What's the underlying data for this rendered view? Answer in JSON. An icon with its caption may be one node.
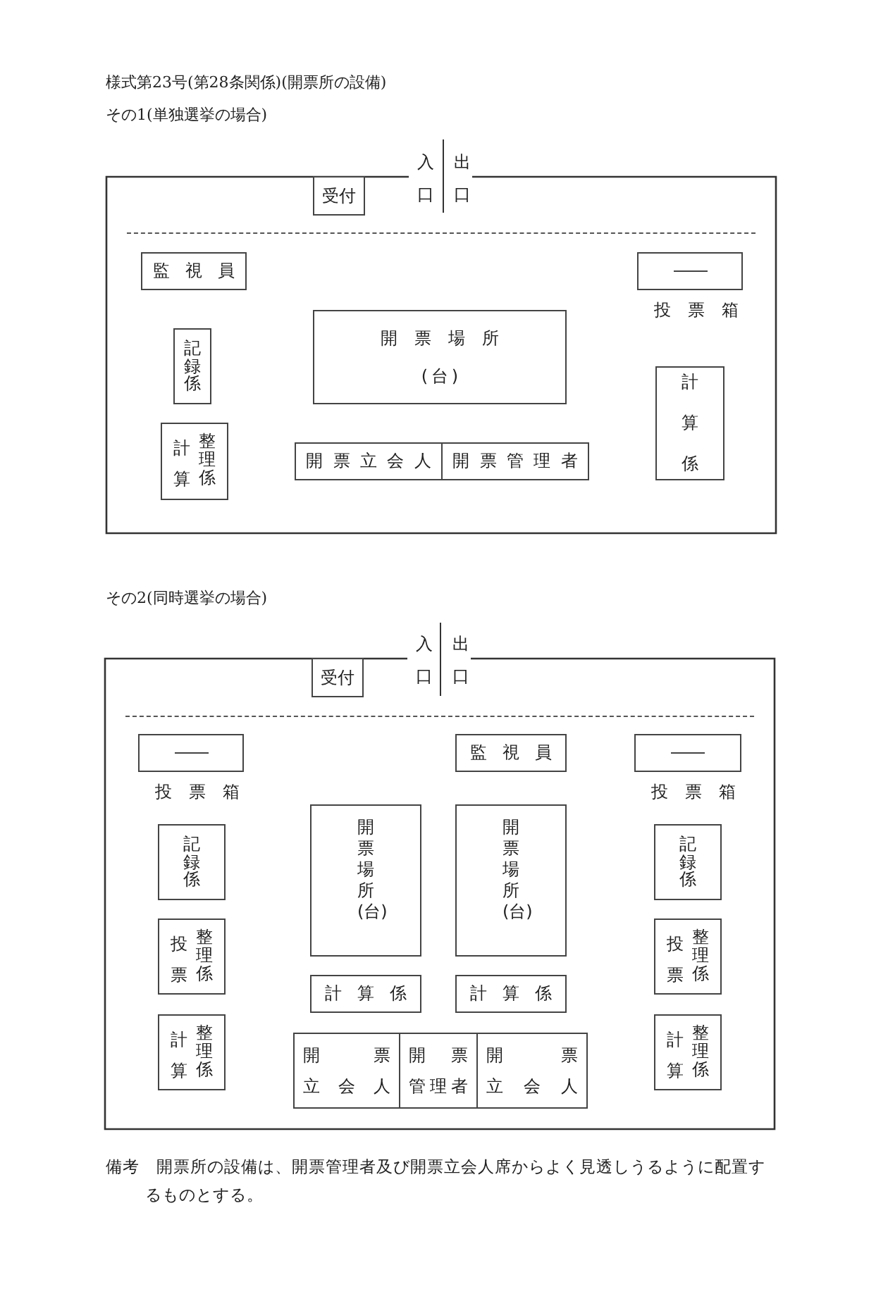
{
  "diagram": {
    "title": "様式第23号(第28条関係)(開票所の設備)",
    "caption": "備考　開票所の設備は、開票管理者及び開票立会人席からよく見透しうるように配置するものとする。",
    "nodes": [
      {
        "text": [],
        "shape": "box"
      },
      {
        "text": [
          "受付"
        ],
        "in": 0
      },
      {
        "text": [
          "監視員"
        ],
        "in": 0
      },
      {
        "text": [
          "投票箱"
        ],
        "in": 0
      },
      {
        "text": [
          "記録係"
        ],
        "in": 0
      },
      {
        "text": [
          "開票場所",
          "(台)"
        ],
        "in": 0
      },
      {
        "text": [
          "計算",
          "整理係"
        ],
        "in": 0
      },
      {
        "text": [
          "開票立会人"
        ],
        "in": 0
      },
      {
        "text": [
          "開票管理者"
        ],
        "in": 0
      },
      {
        "text": [
          "計算係"
        ],
        "in": 0
      },
      {
        "text": [],
        "shape": "box"
      },
      {
        "text": [
          "受付"
        ],
        "in": 10
      },
      {
        "text": [
          "投票箱"
        ],
        "in": 10
      },
      {
        "text": [
          "監視員"
        ],
        "in": 10
      },
      {
        "text": [
          "投票箱"
        ],
        "in": 10
      },
      {
        "text": [
          "記録係"
        ],
        "in": 10
      },
      {
        "text": [
          "開票場所(台)"
        ],
        "in": 10
      },
      {
        "text": [
          "開票場所(台)"
        ],
        "in": 10
      },
      {
        "text": [
          "記録係"
        ],
        "in": 10
      },
      {
        "text": [
          "投票",
          "整理係"
        ],
        "in": 10
      },
      {
        "text": [
          "計算係"
        ],
        "in": 10
      },
      {
        "text": [
          "計算係"
        ],
        "in": 10
      },
      {
        "text": [
          "投票",
          "整理係"
        ],
        "in": 10
      },
      {
        "text": [
          "計算",
          "整理係"
        ],
        "in": 10
      },
      {
        "text": [
          "開票立会人"
        ],
        "in": 10
      },
      {
        "text": [
          "開票管理者"
        ],
        "in": 10
      },
      {
        "text": [
          "開票立会人"
        ],
        "in": 10
      },
      {
        "text": [
          "計算",
          "整理係"
        ],
        "in": 10
      }
    ],
    "labels": [
      "その1(単独選挙の場合)",
      "入口",
      "出口",
      "その2(同時選挙の場合)",
      "入口",
      "出口"
    ]
  }
}
